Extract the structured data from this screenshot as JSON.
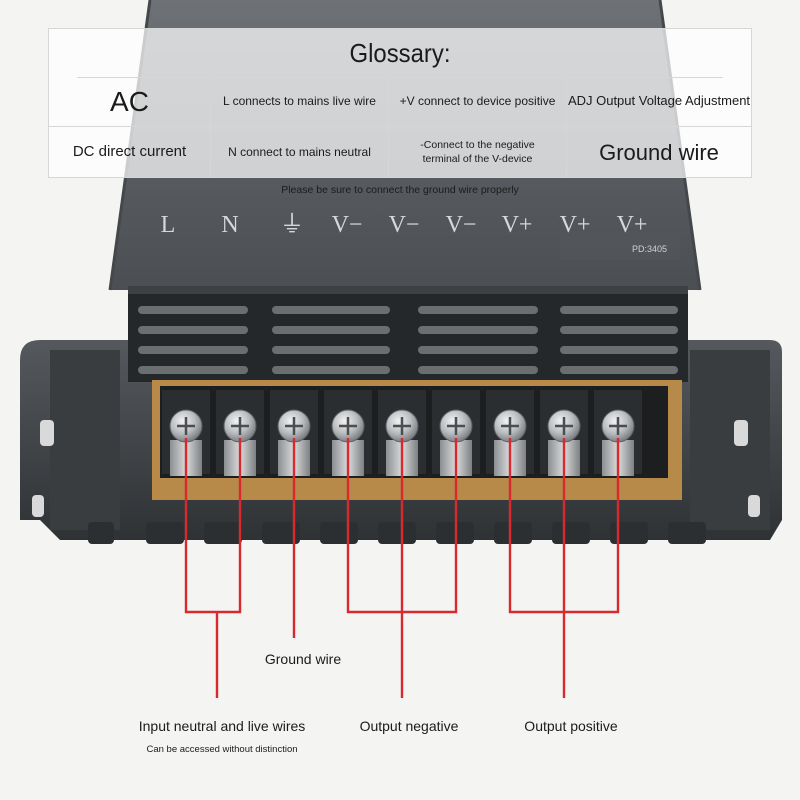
{
  "glossary": {
    "title": "Glossary:",
    "cells": [
      "AC",
      "L connects to mains live wire",
      "+V connect to device positive",
      "ADJ Output Voltage Adjustment",
      "DC direct current",
      "N connect to mains neutral",
      "-Connect to the negative terminal of the V-device",
      "Ground wire"
    ]
  },
  "note": "Please be sure to connect the ground wire properly",
  "device": {
    "terminal_labels": [
      "L",
      "N",
      "⏚",
      "V−",
      "V−",
      "V−",
      "V+",
      "V+",
      "V+"
    ],
    "model_code": "PD:3405",
    "terminal_count": 9,
    "colors": {
      "body": "#5b5f63",
      "body_dark": "#2e3134",
      "frame": "#3b3e41",
      "wire": "#d8292f",
      "terminal_board": "#b88a4a"
    }
  },
  "callouts": {
    "ground": "Ground wire",
    "input": "Input neutral and live wires",
    "input_sub": "Can be accessed without distinction",
    "negative": "Output negative",
    "positive": "Output positive"
  }
}
